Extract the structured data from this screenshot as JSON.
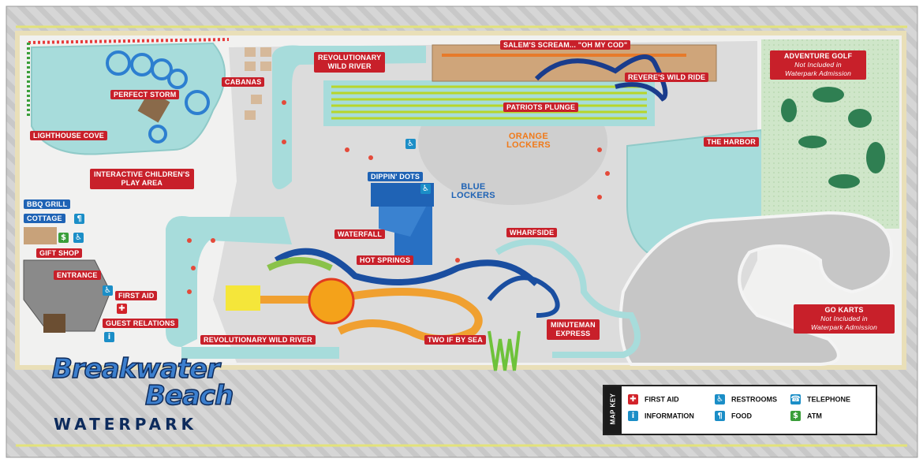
{
  "map_title": "Breakwater Beach Waterpark",
  "logo": {
    "line1": "Breakwater",
    "line2": "Beach",
    "line3": "WATERPARK"
  },
  "locations": {
    "lighthouse_cove": "LIGHTHOUSE COVE",
    "perfect_storm": "PERFECT STORM",
    "interactive_play": "INTERACTIVE CHILDREN'S\nPLAY AREA",
    "bbq_grill": "BBQ GRILL",
    "cottage": "COTTAGE",
    "gift_shop": "GIFT SHOP",
    "entrance": "ENTRANCE",
    "first_aid": "FIRST AID",
    "guest_relations": "GUEST RELATIONS",
    "cabanas": "CABANAS",
    "rev_wild_river_top": "REVOLUTIONARY\nWILD RIVER",
    "rev_wild_river_bottom": "REVOLUTIONARY WILD RIVER",
    "salems_scream": "SALEM'S SCREAM... \"OH MY COD\"",
    "reveres_wild_ride": "REVERE'S WILD RIDE",
    "patriots_plunge": "PATRIOTS PLUNGE",
    "orange_lockers": "ORANGE\nLOCKERS",
    "blue_lockers": "BLUE\nLOCKERS",
    "dippin_dots": "DIPPIN' DOTS",
    "waterfall": "WATERFALL",
    "hot_springs": "HOT SPRINGS",
    "wharfside": "WHARFSIDE",
    "two_if_by_sea": "TWO IF BY SEA",
    "minuteman_express": "MINUTEMAN\nEXPRESS",
    "the_harbor": "THE HARBOR",
    "adventure_golf": "ADVENTURE GOLF",
    "adventure_golf_note": "Not Included in\nWaterpark Admission",
    "go_karts": "GO KARTS",
    "go_karts_note": "Not Included in\nWaterpark Admission"
  },
  "map_key": {
    "title": "MAP KEY",
    "items": [
      {
        "icon": "first-aid-icon",
        "label": "FIRST AID"
      },
      {
        "icon": "information-icon",
        "label": "INFORMATION"
      },
      {
        "icon": "restrooms-icon",
        "label": "RESTROOMS"
      },
      {
        "icon": "food-icon",
        "label": "FOOD"
      },
      {
        "icon": "telephone-icon",
        "label": "TELEPHONE"
      },
      {
        "icon": "atm-icon",
        "label": "ATM"
      }
    ]
  },
  "colors": {
    "label_red": "#c8202a",
    "label_blue": "#1f63b5",
    "water": "#a8dede",
    "pavement": "#d8d8d8",
    "parking": "#bdbdbd",
    "grass": "#cfe6c9"
  }
}
